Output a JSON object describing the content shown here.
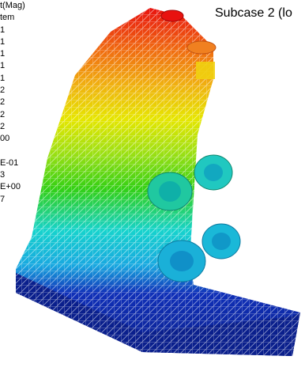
{
  "title": "Subcase 2 (lo",
  "legend": {
    "header": [
      "t(Mag)",
      "tem"
    ],
    "entries": [
      "1",
      "1",
      "1",
      "1",
      "1",
      "2",
      "2",
      "2",
      "2",
      "00",
      "",
      "E-01",
      "3",
      "E+00",
      "7"
    ]
  },
  "colors": {
    "red": "#e8120f",
    "orange": "#f08010",
    "yellow": "#e6e600",
    "green": "#33d014",
    "cyan": "#16d3cd",
    "blue": "#1030b8",
    "dark_blue": "#0a1f8c"
  }
}
